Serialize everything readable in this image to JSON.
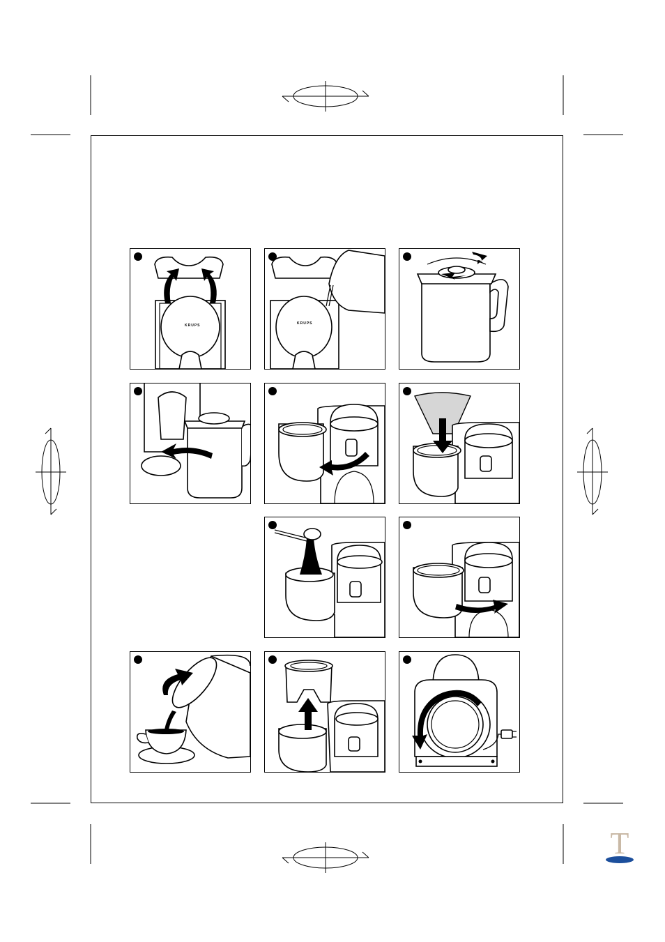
{
  "document": {
    "kind": "instruction illustration sheet",
    "panel_count": 11,
    "brand_text": "KRUPS",
    "side_tab": {
      "letter": "T",
      "letter_color": "#c9b9a6",
      "oval_color": "#1c4f9c"
    }
  },
  "panels": [
    {
      "id": 1,
      "icon": "open-lid-icon"
    },
    {
      "id": 2,
      "icon": "fill-water-icon"
    },
    {
      "id": 3,
      "icon": "turn-carafe-lid-icon"
    },
    {
      "id": 4,
      "icon": "place-carafe-icon"
    },
    {
      "id": 5,
      "icon": "swing-filter-out-icon"
    },
    {
      "id": 6,
      "icon": "insert-paper-filter-icon"
    },
    {
      "id": 7,
      "icon": "add-ground-coffee-icon"
    },
    {
      "id": 8,
      "icon": "swing-filter-in-icon"
    },
    {
      "id": 9,
      "icon": "pour-coffee-icon"
    },
    {
      "id": 10,
      "icon": "remove-filter-holder-icon"
    },
    {
      "id": 11,
      "icon": "cord-storage-icon"
    }
  ]
}
